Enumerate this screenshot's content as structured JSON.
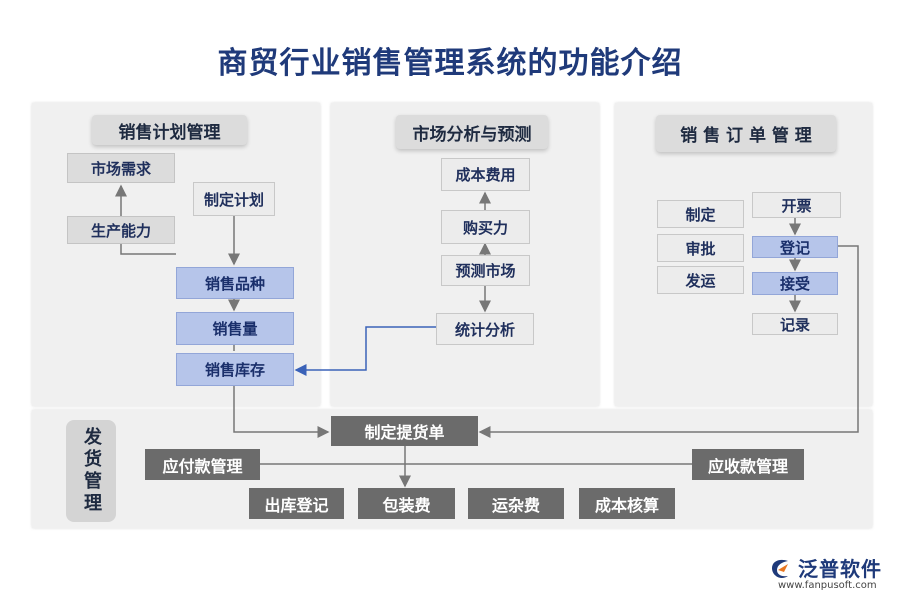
{
  "title": "商贸行业销售管理系统的功能介绍",
  "panels": {
    "sales_plan": {
      "heading": "销售计划管理",
      "market_demand": "市场需求",
      "production_capacity": "生产能力",
      "make_plan": "制定计划",
      "sales_variety": "销售品种",
      "sales_volume": "销售量",
      "sales_inventory": "销售库存"
    },
    "market_analysis": {
      "heading": "市场分析与预测",
      "cost": "成本费用",
      "purchasing_power": "购买力",
      "forecast_market": "预测市场",
      "statistical_analysis": "统计分析"
    },
    "sales_order": {
      "heading": "销 售 订 单 管 理",
      "make": "制定",
      "approve": "审批",
      "ship": "发运",
      "invoice": "开票",
      "register": "登记",
      "accept": "接受",
      "record": "记录"
    }
  },
  "delivery": {
    "side_label": "发货管理",
    "make_delivery_note": "制定提货单",
    "payables": "应付款管理",
    "receivables": "应收款管理",
    "outbound_register": "出库登记",
    "packaging_fee": "包装费",
    "misc_freight": "运杂费",
    "cost_accounting": "成本核算"
  },
  "logo": {
    "name": "泛普软件",
    "url": "www.fanpusoft.com"
  },
  "colors": {
    "title": "#1f3a7a",
    "blue_box": "#b6c5ea",
    "dark_box": "#6b6b6b",
    "arrow_blue": "#3a62b8",
    "arrow_gray": "#777777"
  }
}
